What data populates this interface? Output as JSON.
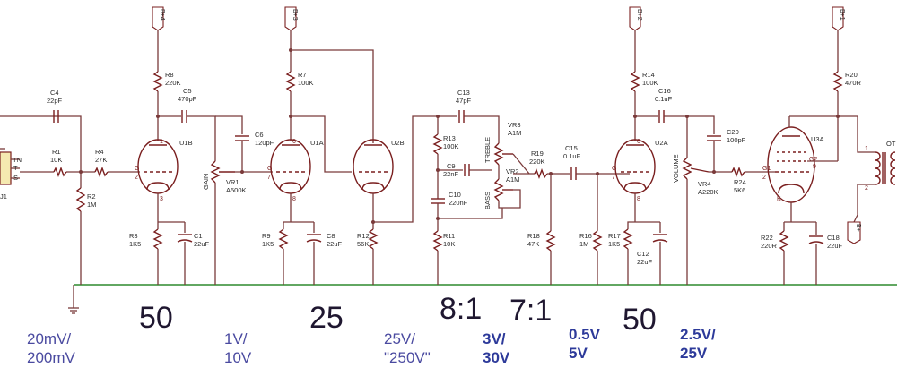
{
  "supplies": {
    "b4": "B+4",
    "b3": "B+3",
    "b2": "B+2",
    "b1": "B+1",
    "b": "B+"
  },
  "components": {
    "J1": {
      "ref": "J1",
      "pins": [
        "TN",
        "T",
        "S"
      ]
    },
    "C4": {
      "ref": "C4",
      "val": "22pF"
    },
    "R1": {
      "ref": "R1",
      "val": "10K"
    },
    "R4": {
      "ref": "R4",
      "val": "27K"
    },
    "R2": {
      "ref": "R2",
      "val": "1M"
    },
    "R8": {
      "ref": "R8",
      "val": "220K"
    },
    "C5": {
      "ref": "C5",
      "val": "470pF"
    },
    "U1B": {
      "ref": "U1B"
    },
    "R3": {
      "ref": "R3",
      "val": "1K5"
    },
    "C1": {
      "ref": "C1",
      "val": "22uF"
    },
    "VR1": {
      "ref": "VR1",
      "val": "A500K",
      "label": "GAIN"
    },
    "C6": {
      "ref": "C6",
      "val": "120pF"
    },
    "R7": {
      "ref": "R7",
      "val": "100K"
    },
    "U1A": {
      "ref": "U1A"
    },
    "R9": {
      "ref": "R9",
      "val": "1K5"
    },
    "C8": {
      "ref": "C8",
      "val": "22uF"
    },
    "U2B": {
      "ref": "U2B"
    },
    "R12": {
      "ref": "R12",
      "val": "56K"
    },
    "C13": {
      "ref": "C13",
      "val": "47pF"
    },
    "R13": {
      "ref": "R13",
      "val": "100K"
    },
    "C9": {
      "ref": "C9",
      "val": "22nF"
    },
    "C10": {
      "ref": "C10",
      "val": "220nF"
    },
    "R11": {
      "ref": "R11",
      "val": "10K"
    },
    "VR3": {
      "ref": "VR3",
      "val": "A1M",
      "label": "TREBLE"
    },
    "VR2": {
      "ref": "VR2",
      "val": "A1M",
      "label": "BASS"
    },
    "R19": {
      "ref": "R19",
      "val": "220K"
    },
    "R18": {
      "ref": "R18",
      "val": "47K"
    },
    "C15": {
      "ref": "C15",
      "val": "0.1uF"
    },
    "R16": {
      "ref": "R16",
      "val": "1M"
    },
    "R14": {
      "ref": "R14",
      "val": "100K"
    },
    "C16": {
      "ref": "C16",
      "val": "0.1uF"
    },
    "U2A": {
      "ref": "U2A"
    },
    "R17": {
      "ref": "R17",
      "val": "1K5"
    },
    "C12": {
      "ref": "C12",
      "val": "22uF"
    },
    "C20": {
      "ref": "C20",
      "val": "100pF"
    },
    "VR4": {
      "ref": "VR4",
      "val": "A220K",
      "label": "VOLUME"
    },
    "R24": {
      "ref": "R24",
      "val": "5K6"
    },
    "U3A": {
      "ref": "U3A"
    },
    "R20": {
      "ref": "R20",
      "val": "470R"
    },
    "R22": {
      "ref": "R22",
      "val": "220R"
    },
    "C18": {
      "ref": "C18",
      "val": "22uF"
    },
    "OT": {
      "ref": "OT"
    }
  },
  "pin_labels": {
    "g": "G",
    "g1": "G1",
    "g2": "G2",
    "k": "K",
    "n2": "2",
    "n7": "7",
    "n1": "1",
    "n6": "6",
    "n3": "3",
    "n8": "8",
    "n9": "9",
    "n4": "4"
  },
  "gains": {
    "stage1": "50",
    "stage2": "25",
    "tone1": "8:1",
    "tone2": "7:1",
    "stage3": "50"
  },
  "signal_levels": {
    "input_1": "20mV/",
    "input_2": "200mV",
    "gain_1": "1V/",
    "gain_2": "10V",
    "v2_1": "25V/",
    "v2_2": "\"250V\"",
    "tone_1": "3V/",
    "tone_2": "30V",
    "mid_1": "0.5V",
    "mid_2": "5V",
    "out_1": "2.5V/",
    "out_2": "25V"
  }
}
